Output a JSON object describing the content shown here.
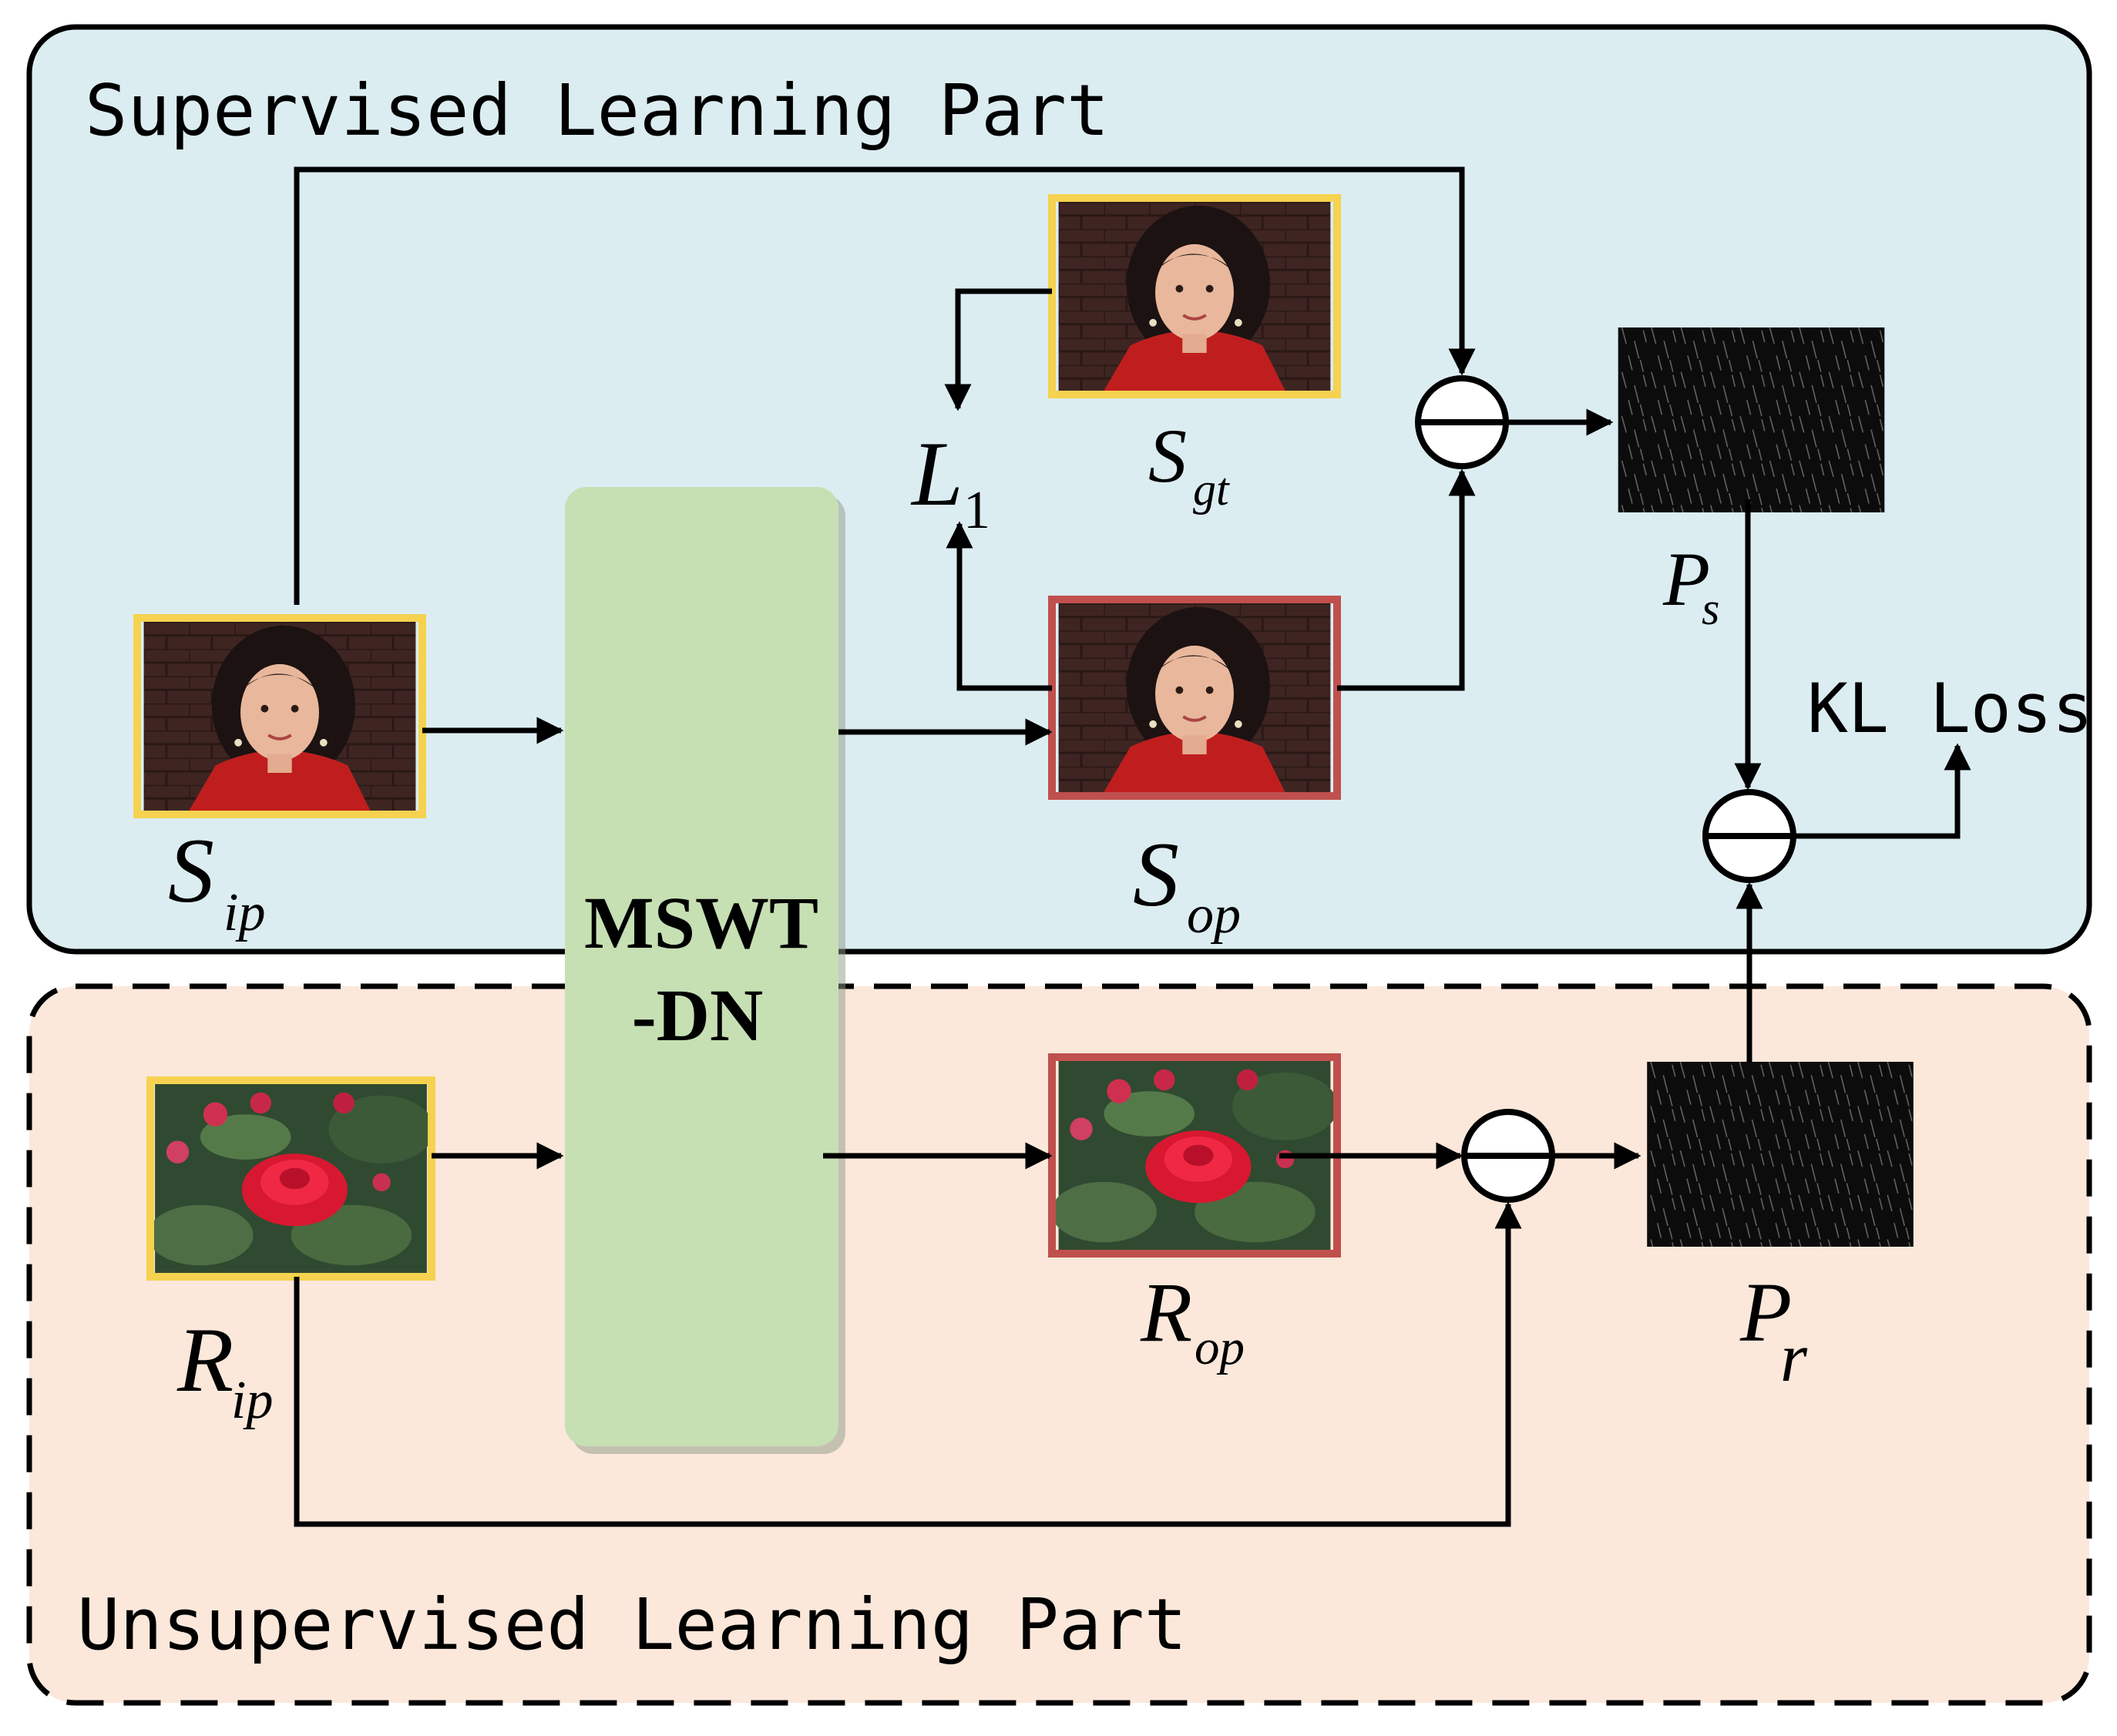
{
  "panels": {
    "supervised": {
      "label": "Supervised Learning Part",
      "fill": "#dcedf2"
    },
    "unsupervised": {
      "label": "Unsupervised Learning Part",
      "fill": "#fbe8db"
    }
  },
  "network": {
    "line1": "MSWT",
    "line2": "-DN",
    "fill": "#c6e0b4"
  },
  "symbols": {
    "s_ip": {
      "main": "S",
      "sub": "ip"
    },
    "s_gt": {
      "main": "S",
      "sub": "gt"
    },
    "s_op": {
      "main": "S",
      "sub": "op"
    },
    "l1": {
      "main": "L",
      "sub": "1"
    },
    "p_s": {
      "main": "P",
      "sub": "s"
    },
    "r_ip": {
      "main": "R",
      "sub": "ip"
    },
    "r_op": {
      "main": "R",
      "sub": "op"
    },
    "p_r": {
      "main": "P",
      "sub": "r"
    }
  },
  "kl_loss": "KL Loss",
  "colors": {
    "input_frame": "#f5d24f",
    "output_frame": "#c0504d",
    "line": "#000000"
  },
  "images": {
    "girl": "girl-photo",
    "rose": "rose-photo",
    "rain": "rain-streak-map"
  }
}
